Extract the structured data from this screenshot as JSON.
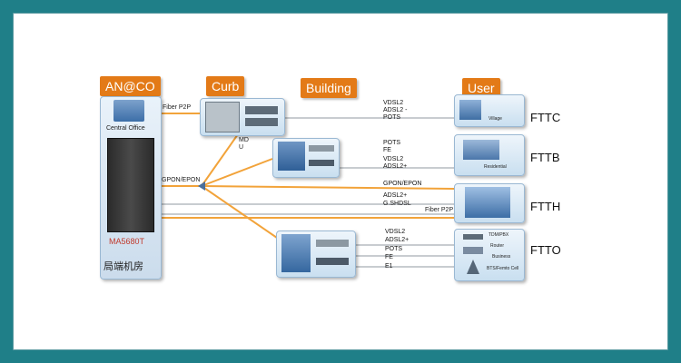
{
  "headers": {
    "anco": "AN@CO",
    "curb": "Curb",
    "building": "Building",
    "user": "User"
  },
  "central_office": {
    "label": "Central Office",
    "device": "MA5680T",
    "room": "局端机房"
  },
  "links": {
    "fiber_p2p_top": "Fiber P2P",
    "gpon_epon_left": "GPON/EPON",
    "mdu": "MD\nU",
    "fiber_p2p_ftth": "Fiber P2P"
  },
  "services": {
    "fttc": [
      "VDSL2",
      "ADSL2 -",
      "POTS"
    ],
    "fttb": [
      "POTS",
      "FE",
      "VDSL2",
      "ADSL2+"
    ],
    "ftth": [
      "GPON/EPON",
      "ADSL2+",
      "G.SHDSL"
    ],
    "ftto": [
      "VDSL2",
      "ADSL2+",
      "POTS",
      "FE",
      "E1"
    ]
  },
  "tags": {
    "fttc": "FTTC",
    "fttb": "FTTB",
    "ftth": "FTTH",
    "ftto": "FTTO"
  },
  "user_labels": {
    "village": "Village",
    "residential": "Residential",
    "ftto_items": [
      "TDM/PBX",
      "Router",
      "Business",
      "BTS/Femto Cell"
    ]
  },
  "colors": {
    "frame": "#1f7f88",
    "header": "#e37a17",
    "line_orange": "#f2a33a",
    "line_grey": "#c8ccd0"
  }
}
